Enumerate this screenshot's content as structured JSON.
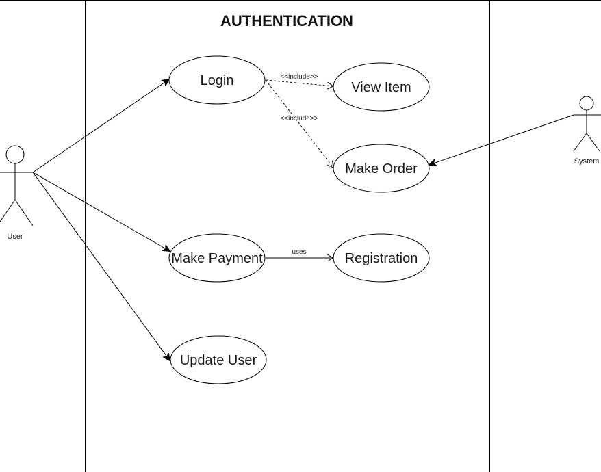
{
  "system": {
    "title": "AUTHENTICATION"
  },
  "actors": [
    {
      "id": "user",
      "label": "User"
    },
    {
      "id": "system",
      "label": "System"
    }
  ],
  "use_cases": [
    {
      "id": "login",
      "label": "Login"
    },
    {
      "id": "view_item",
      "label": "View Item"
    },
    {
      "id": "make_order",
      "label": "Make Order"
    },
    {
      "id": "make_payment",
      "label": "Make Payment"
    },
    {
      "id": "registration",
      "label": "Registration"
    },
    {
      "id": "update_user",
      "label": "Update User"
    }
  ],
  "relations": [
    {
      "from": "user",
      "to": "login",
      "type": "association",
      "label": ""
    },
    {
      "from": "user",
      "to": "make_payment",
      "type": "association",
      "label": ""
    },
    {
      "from": "user",
      "to": "update_user",
      "type": "association",
      "label": ""
    },
    {
      "from": "system",
      "to": "make_order",
      "type": "association",
      "label": ""
    },
    {
      "from": "login",
      "to": "view_item",
      "type": "include",
      "label": "<<include>>"
    },
    {
      "from": "login",
      "to": "make_order",
      "type": "include",
      "label": "<<include>>"
    },
    {
      "from": "make_payment",
      "to": "registration",
      "type": "uses",
      "label": "uses"
    }
  ],
  "colors": {
    "stroke": "#000000",
    "background": "#ffffff"
  }
}
